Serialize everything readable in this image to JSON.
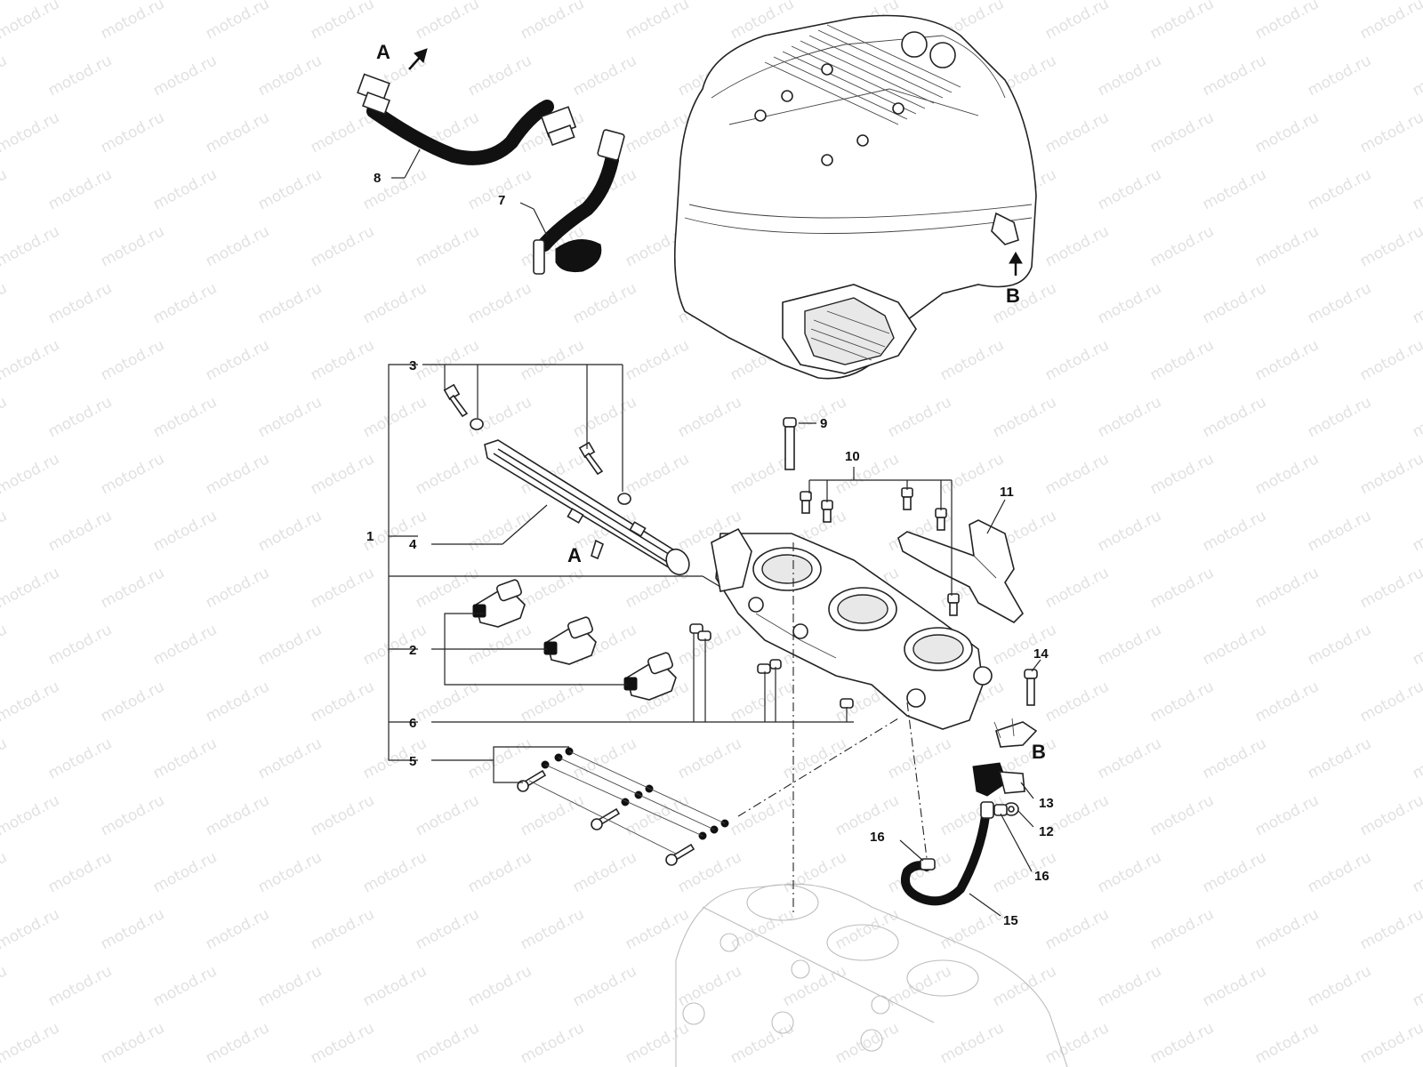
{
  "watermark": {
    "text": "motod.ru"
  },
  "callouts": {
    "p1": "1",
    "p2": "2",
    "p3": "3",
    "p4": "4",
    "p5": "5",
    "p6": "6",
    "p7": "7",
    "p8": "8",
    "p9": "9",
    "p10": "10",
    "p11": "11",
    "p12": "12",
    "p13": "13",
    "p14": "14",
    "p15": "15",
    "p16a": "16",
    "p16b": "16"
  },
  "connection_markers": {
    "a_top": "A",
    "a_rail": "A",
    "b_airbox": "B",
    "b_sensor": "B"
  },
  "colors": {
    "line": "#222222",
    "hose": "#111111",
    "watermark": "#c9c9c9"
  }
}
